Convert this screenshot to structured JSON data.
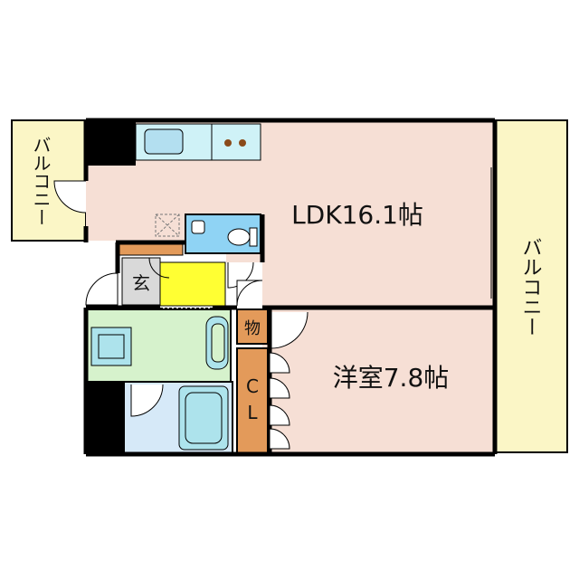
{
  "colors": {
    "ldk": "#F6DFD5",
    "balcony": "#FBF6C6",
    "wash": "#D6F2CC",
    "bath": "#D6E9F8",
    "hall": "#FFFF33",
    "storage": "#E39A5A",
    "genkan": "#D9D9D9",
    "wall": "#000000"
  },
  "rooms": {
    "ldk": {
      "label": "LDK16.1帖"
    },
    "western": {
      "label": "洋室7.8帖"
    },
    "balcony_left": {
      "label": "バルコニー"
    },
    "balcony_right": {
      "label": "バルコニー"
    },
    "genkan": {
      "label": "玄"
    },
    "storage": {
      "label": "物"
    },
    "closet": {
      "label_c": "C",
      "label_l": "L"
    }
  }
}
